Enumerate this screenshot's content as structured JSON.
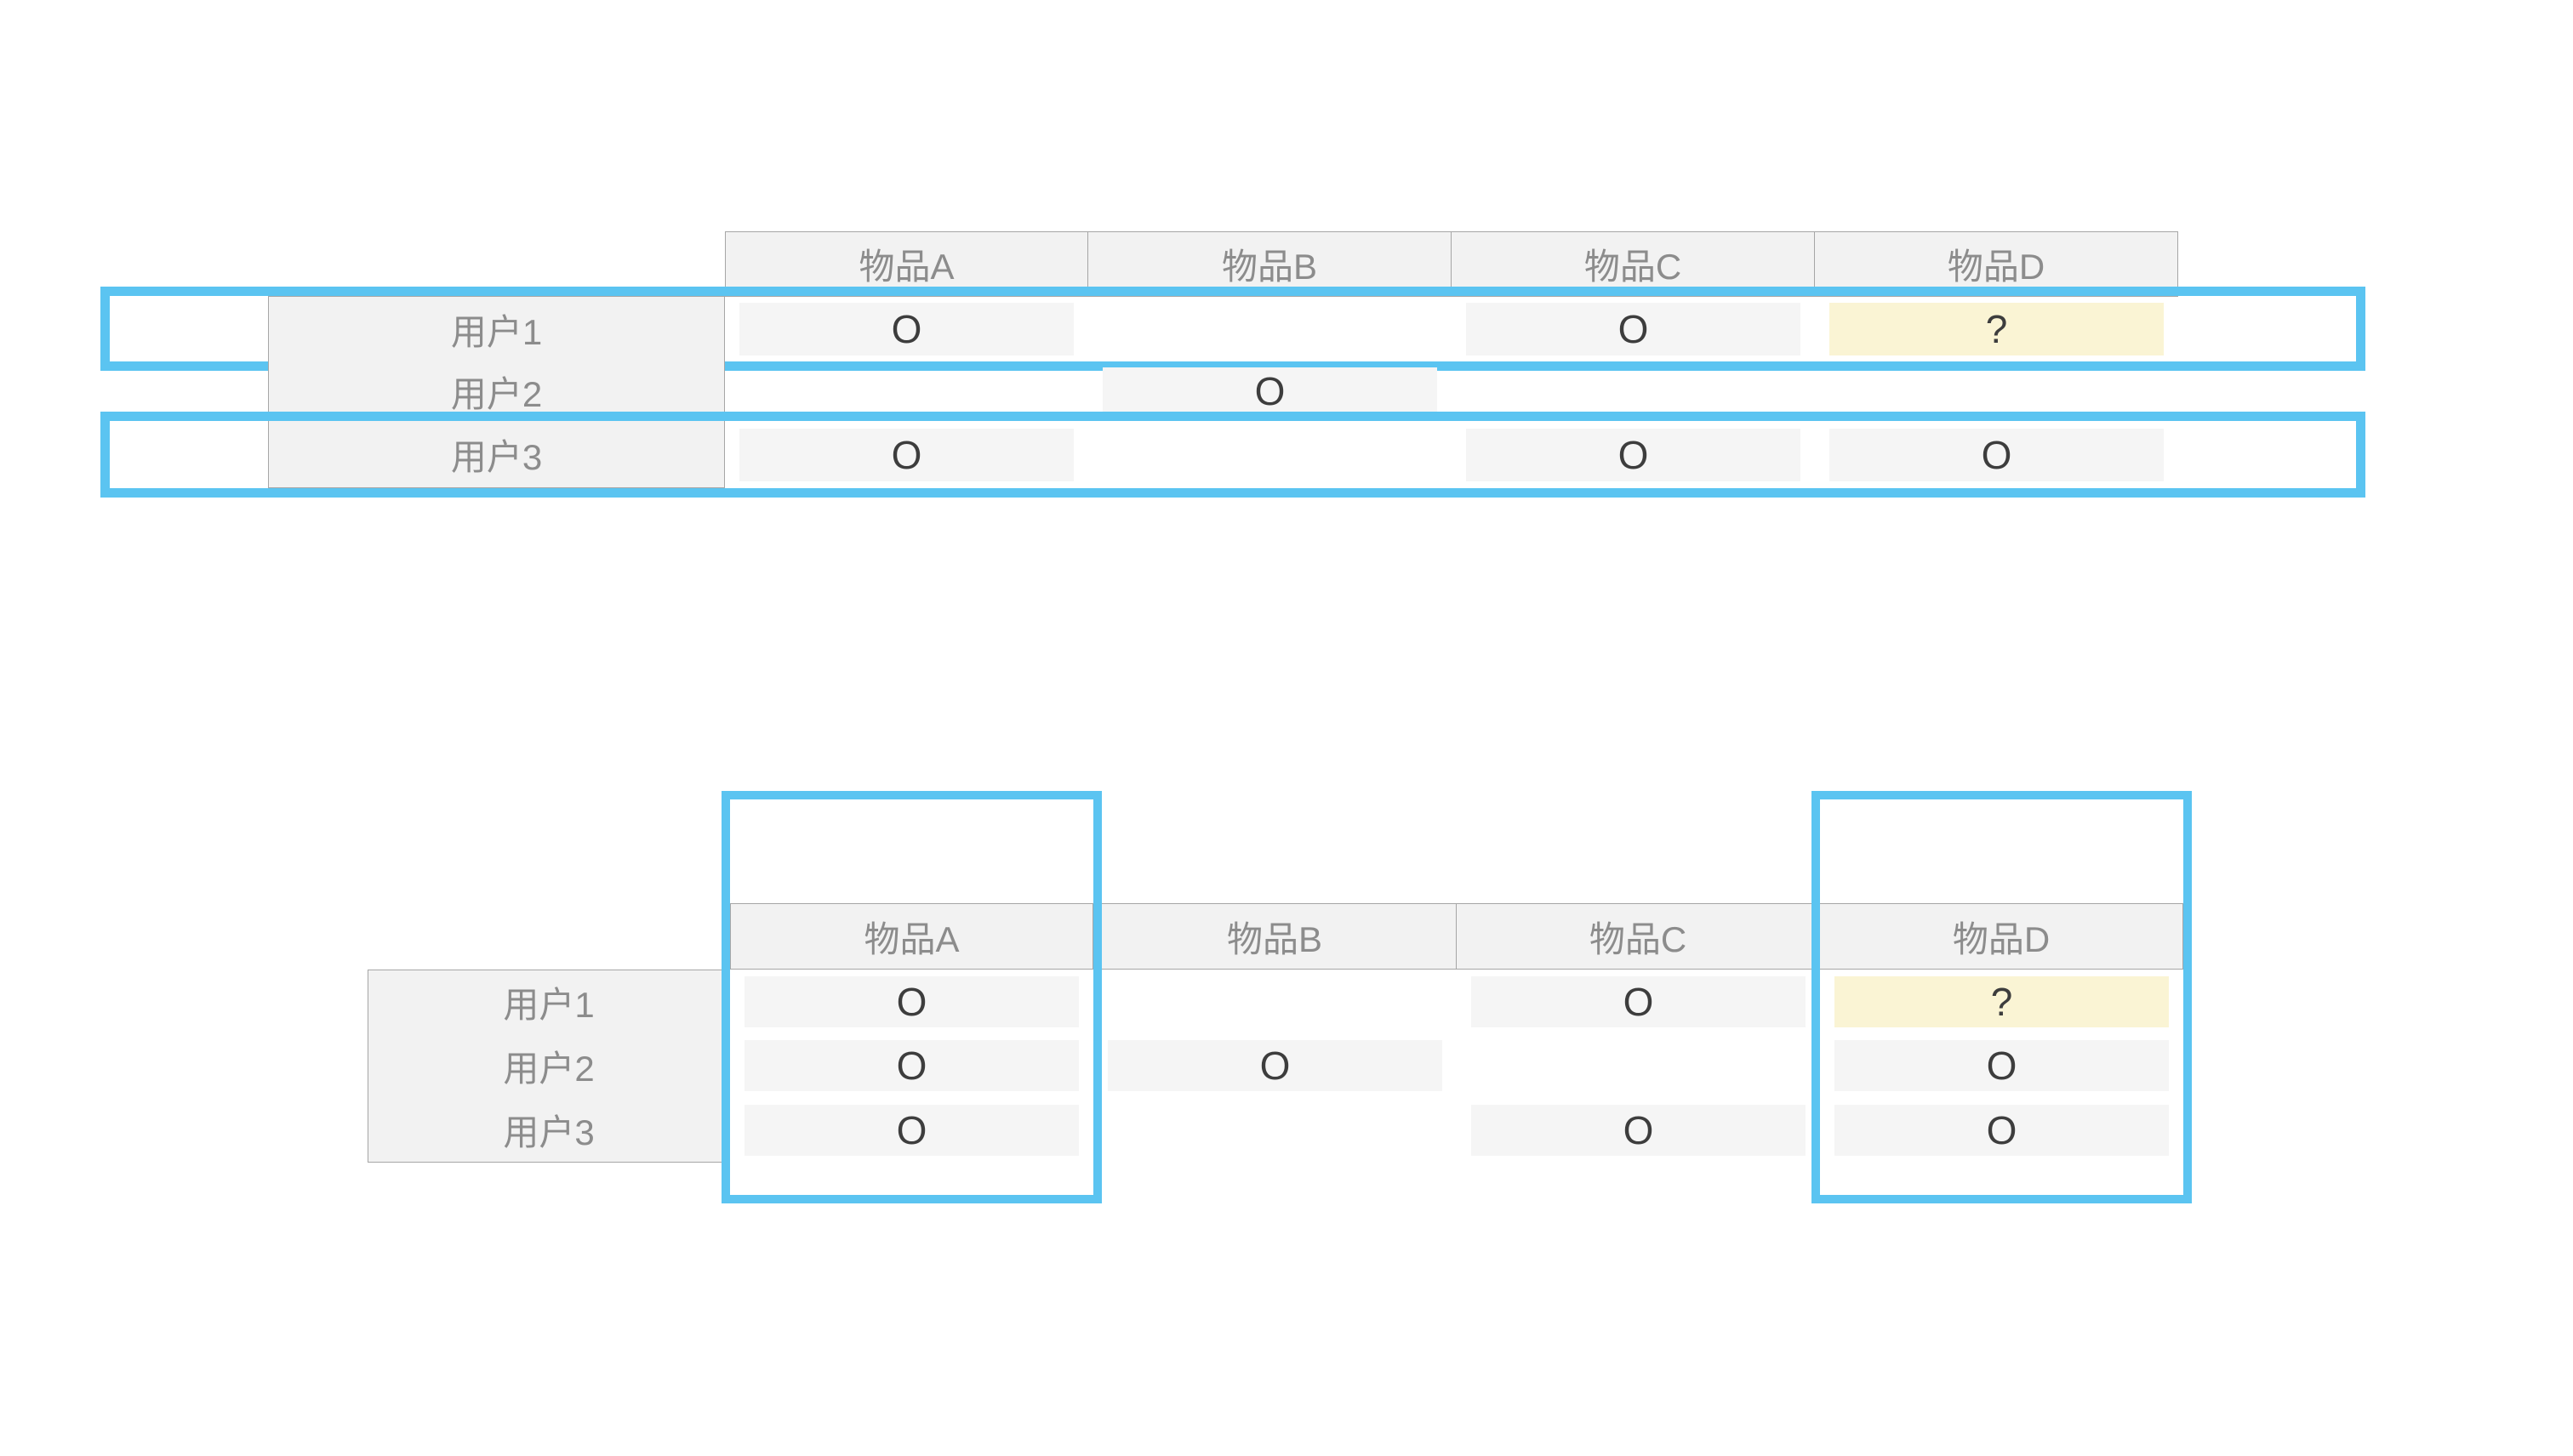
{
  "diagram": {
    "title_text": "",
    "colors": {
      "highlight_blue": "#5BC4F1",
      "header_gray": "#F2F2F2",
      "cell_gray": "#F5F5F5",
      "unknown_yellow": "#FAF4D4",
      "border_gray": "#A6A6A6",
      "label_text": "#8C8C8C",
      "mark_text": "#3D3D3D"
    },
    "marks": {
      "present": "O",
      "unknown": "?",
      "absent": ""
    },
    "items": [
      "物品A",
      "物品B",
      "物品C",
      "物品D"
    ],
    "users": [
      "用户1",
      "用户2",
      "用户3"
    ],
    "matrix": [
      {
        "user": "用户1",
        "cells": [
          "O",
          "",
          "O",
          "?"
        ]
      },
      {
        "user": "用户2",
        "cells": [
          "",
          "O",
          "",
          ""
        ]
      },
      {
        "user": "用户3",
        "cells": [
          "O",
          "",
          "O",
          "O"
        ]
      }
    ]
  },
  "top_panel": {
    "caption": "",
    "orientation": "user-based",
    "headers": [
      "物品A",
      "物品B",
      "物品C",
      "物品D"
    ],
    "rows": [
      {
        "label": "用户1",
        "values": [
          "O",
          "",
          "O",
          "?"
        ],
        "highlighted": true
      },
      {
        "label": "用户2",
        "values": [
          "",
          "O",
          "",
          ""
        ],
        "highlighted": false
      },
      {
        "label": "用户3",
        "values": [
          "O",
          "",
          "O",
          "O"
        ],
        "highlighted": true
      }
    ],
    "highlight_rows": [
      "用户1",
      "用户3"
    ]
  },
  "bottom_panel": {
    "caption": "",
    "orientation": "item-based",
    "headers": [
      "物品A",
      "物品B",
      "物品C",
      "物品D"
    ],
    "rows": [
      {
        "label": "用户1",
        "values": [
          "O",
          "",
          "O",
          "?"
        ]
      },
      {
        "label": "用户2",
        "values": [
          "O",
          "O",
          "",
          "O"
        ]
      },
      {
        "label": "用户3",
        "values": [
          "O",
          "",
          "O",
          "O"
        ]
      }
    ],
    "highlight_columns": [
      "物品A",
      "物品D"
    ]
  }
}
